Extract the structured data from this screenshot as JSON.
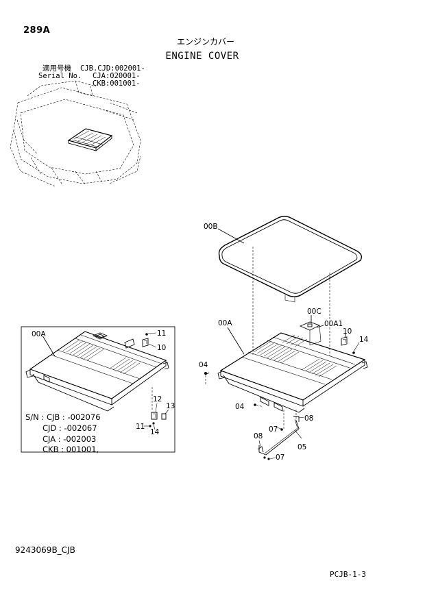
{
  "page": {
    "code": "289A",
    "title_jp": "エンジンカバー",
    "title_en": "ENGINE COVER",
    "footer_left": "9243069B_CJB",
    "footer_right": "PCJB-1-3"
  },
  "serial": {
    "label_jp": "適用号機",
    "label_en": "Serial No.",
    "lines": [
      "CJB.CJD:002001-",
      "CJA:020001-",
      "CKB:001001-"
    ]
  },
  "inset": {
    "label_cover": "00A",
    "lines": [
      "S/N : CJB : -002076",
      "CJD : -002067",
      "CJA : -002003",
      "CKB : 001001,"
    ],
    "callouts": [
      "11",
      "10",
      "12",
      "13",
      "11",
      "14"
    ]
  },
  "main": {
    "callouts": {
      "seal": "00B",
      "cover": "00A",
      "plate": "00C",
      "plate_sub": "00A1",
      "bracket": "10",
      "nut": "14",
      "bolt_left": "04",
      "bolt_bottom": "04",
      "rod": "05",
      "clip_top": "08",
      "clip_bottom": "08",
      "pin_top": "07",
      "pin_bottom": "07"
    }
  }
}
